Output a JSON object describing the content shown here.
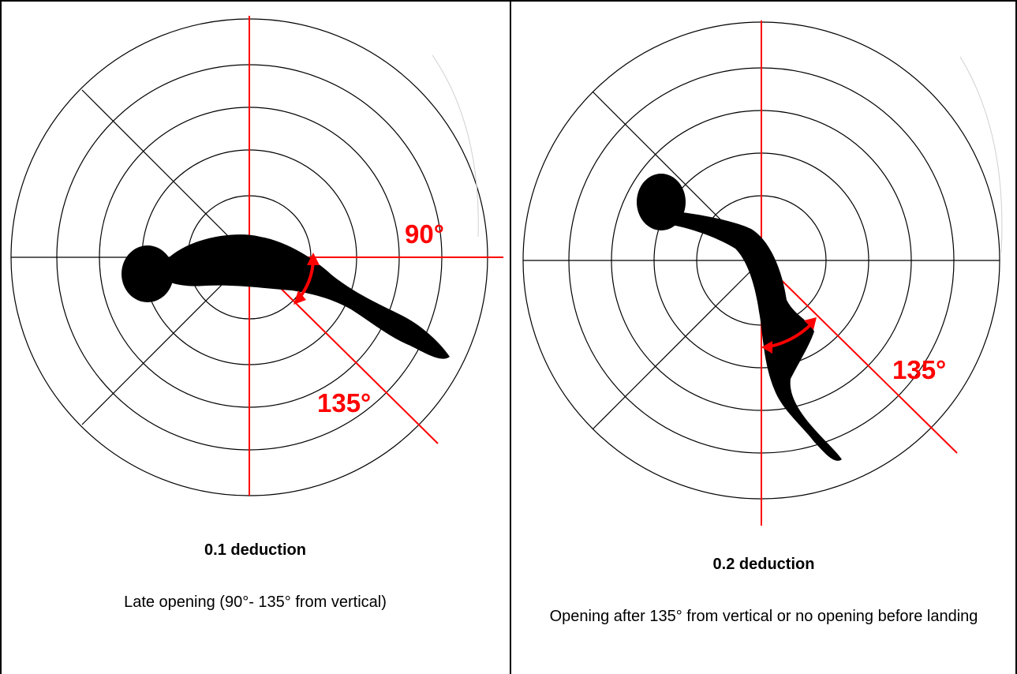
{
  "panels": [
    {
      "deduction": "0.1 deduction",
      "description": "Late opening (90°- 135° from vertical)",
      "angle_labels": [
        "90°",
        "135°"
      ]
    },
    {
      "deduction": "0.2 deduction",
      "description": "Opening after 135° from vertical or no opening before landing",
      "angle_labels": [
        "135°"
      ]
    }
  ],
  "colors": {
    "reference_lines": "#ff0000",
    "silhouette": "#000000",
    "grid": "#000000"
  },
  "icons": [
    "diver-silhouette-icon",
    "angle-arc-arrow-icon"
  ]
}
